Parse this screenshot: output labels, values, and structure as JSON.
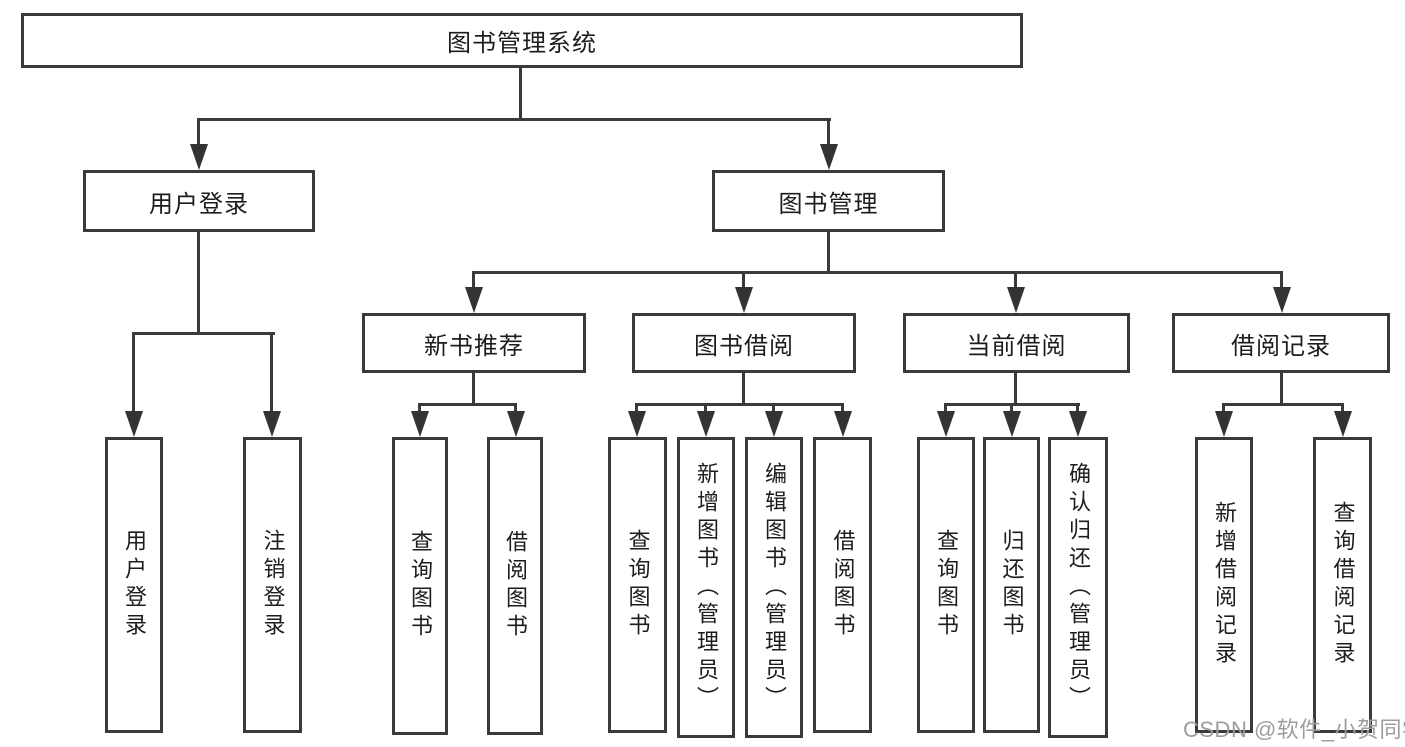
{
  "tree": {
    "label": "图书管理系统",
    "children": [
      {
        "label": "用户登录",
        "children": [
          {
            "label": "用户登录"
          },
          {
            "label": "注销登录"
          }
        ]
      },
      {
        "label": "图书管理",
        "children": [
          {
            "label": "新书推荐",
            "children": [
              {
                "label": "查询图书"
              },
              {
                "label": "借阅图书"
              }
            ]
          },
          {
            "label": "图书借阅",
            "children": [
              {
                "label": "查询图书"
              },
              {
                "label": "新增图书（管理员）"
              },
              {
                "label": "编辑图书（管理员）"
              },
              {
                "label": "借阅图书"
              }
            ]
          },
          {
            "label": "当前借阅",
            "children": [
              {
                "label": "查询图书"
              },
              {
                "label": "归还图书"
              },
              {
                "label": "确认归还（管理员）"
              }
            ]
          },
          {
            "label": "借阅记录",
            "children": [
              {
                "label": "新增借阅记录"
              },
              {
                "label": "查询借阅记录"
              }
            ]
          }
        ]
      }
    ]
  },
  "watermark": {
    "text": "CSDN @软件_小贺同学"
  },
  "colors": {
    "line": "#3a3a3a",
    "arrow": "#333333",
    "text": "#1d1d1d",
    "background": "#ffffff",
    "watermark": "#9d9d9d"
  }
}
